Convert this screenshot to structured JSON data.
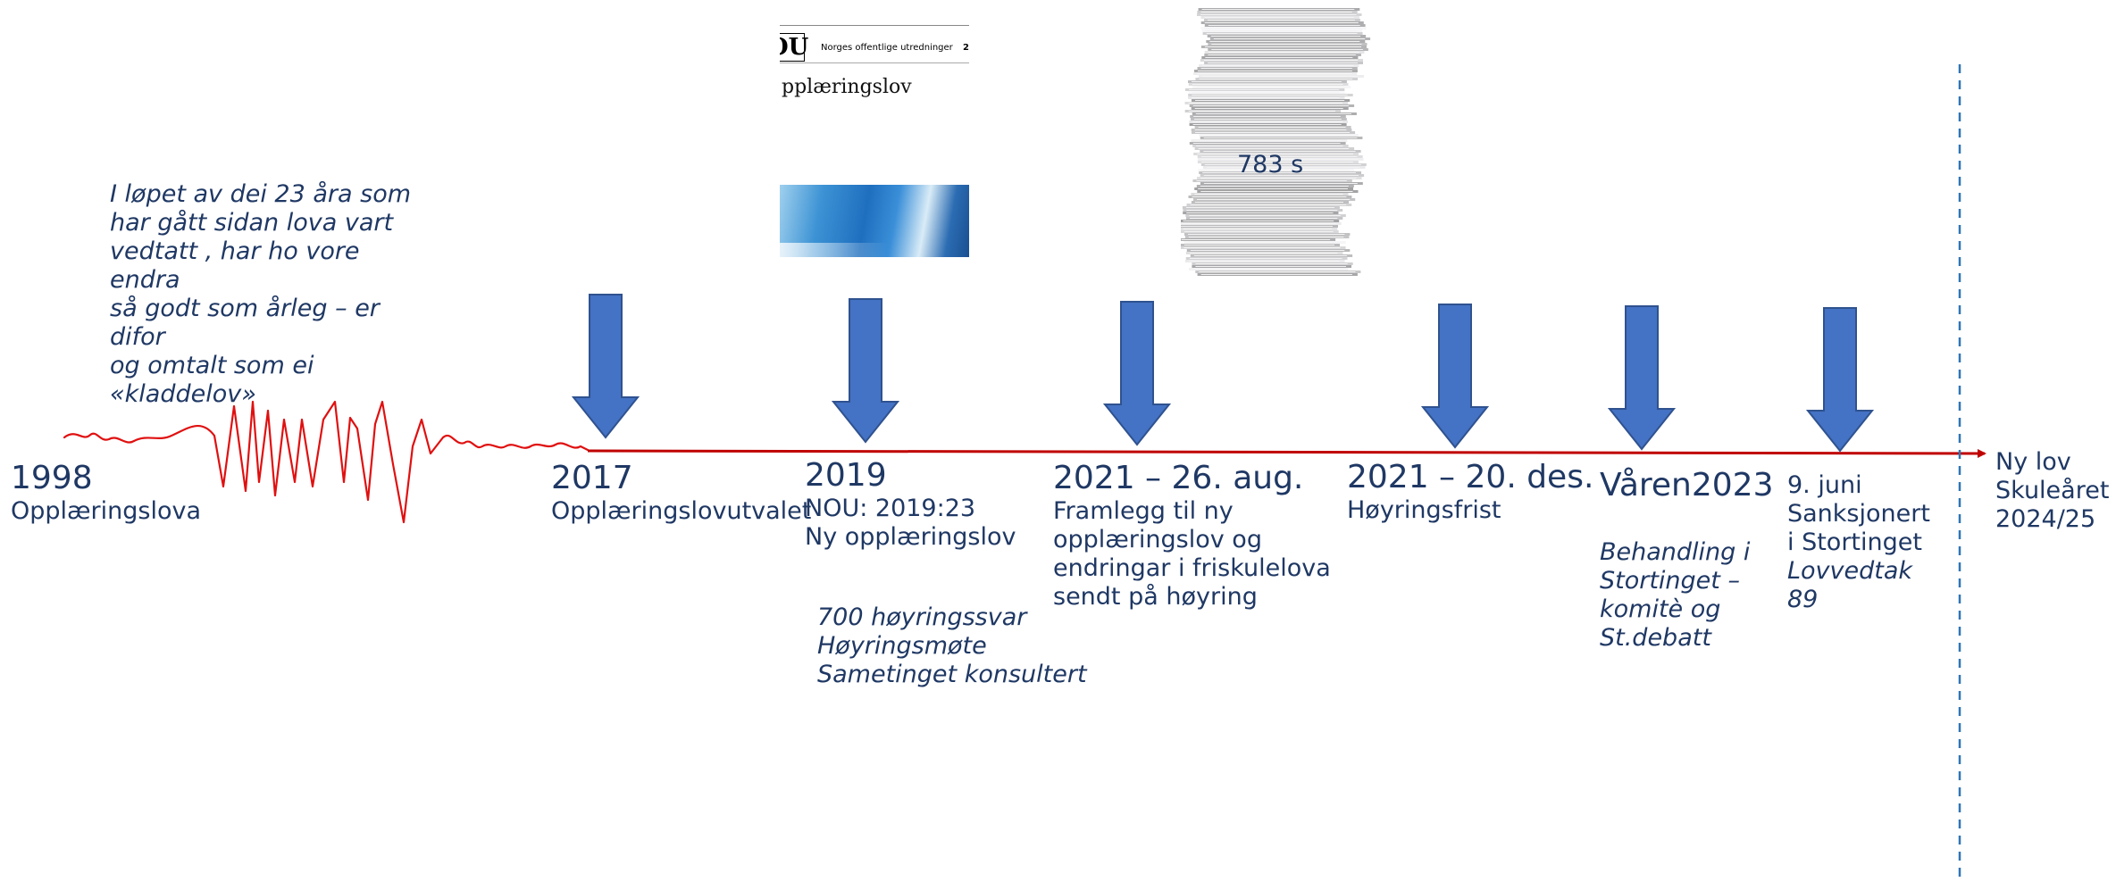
{
  "colors": {
    "text": "#1f3864",
    "arrow_fill": "#4472c4",
    "arrow_stroke": "#2f528f",
    "timeline": "#c00000",
    "dashed": "#2e75b6"
  },
  "nou_cover": {
    "logo": "OU",
    "series": "Norges offentlige utredninger",
    "series_suffix": "2",
    "title": "pplæringslov"
  },
  "paper_stack": {
    "label": "783 s"
  },
  "quote": "I løpet av dei 23 åra som\nhar gått sidan lova vart\nvedtatt , har ho vore endra\nså godt som årleg – er difor\nog  omtalt som ei\n«kladdelov»",
  "events": [
    {
      "id": "1998",
      "year": "1998",
      "text": "Opplæringslova"
    },
    {
      "id": "2017",
      "year": "2017",
      "text": "Opplæringslovutvalet"
    },
    {
      "id": "2019",
      "year": "2019",
      "text": "NOU: 2019:23\nNy opplæringslov",
      "note": "700 høyringssvar\nHøyringsmøte\nSametinget konsultert"
    },
    {
      "id": "2021-aug",
      "year": "2021 – 26. aug.",
      "text": "Framlegg til ny\nopplæringslov og\nendringar i friskulelova\nsendt på høyring"
    },
    {
      "id": "2021-des",
      "year": "2021 – 20. des.",
      "text": "Høyringsfrist"
    },
    {
      "id": "2023",
      "year": "Våren2023",
      "note": "Behandling i\nStortinget –\nkomitè og\nSt.debatt"
    },
    {
      "id": "juni",
      "year": "9. juni\nSanksjonert\ni Stortinget",
      "note": "Lovvedtak\n89"
    }
  ],
  "end_label": "Ny lov\nSkuleåret\n2024/25"
}
